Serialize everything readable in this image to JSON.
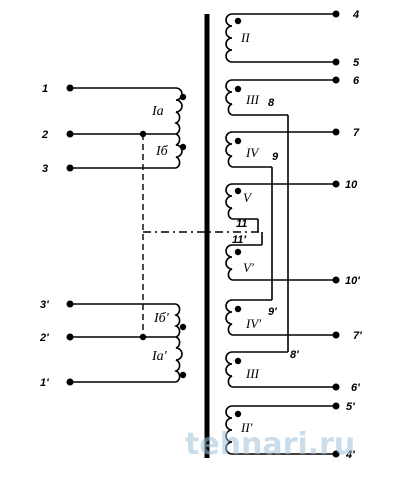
{
  "terminals_left": [
    "1",
    "2",
    "3",
    "3'",
    "2'",
    "1'"
  ],
  "terminals_right": [
    "4",
    "5",
    "6",
    "7",
    "10",
    "10'",
    "7'",
    "6'",
    "5'",
    "4'"
  ],
  "windings": {
    "primary_a": "Iа",
    "primary_b": "Iб",
    "primary_b2": "Iб'",
    "primary_a2": "Iа'",
    "w2": "II",
    "w3": "III",
    "w4": "IV",
    "w5": "V",
    "w5b": "V'",
    "w4b": "IV'",
    "w3b": "III",
    "w2b": "II'"
  },
  "taps": [
    "8",
    "9",
    "11",
    "11'",
    "9'",
    "8'"
  ],
  "watermark": "tehnari.ru"
}
